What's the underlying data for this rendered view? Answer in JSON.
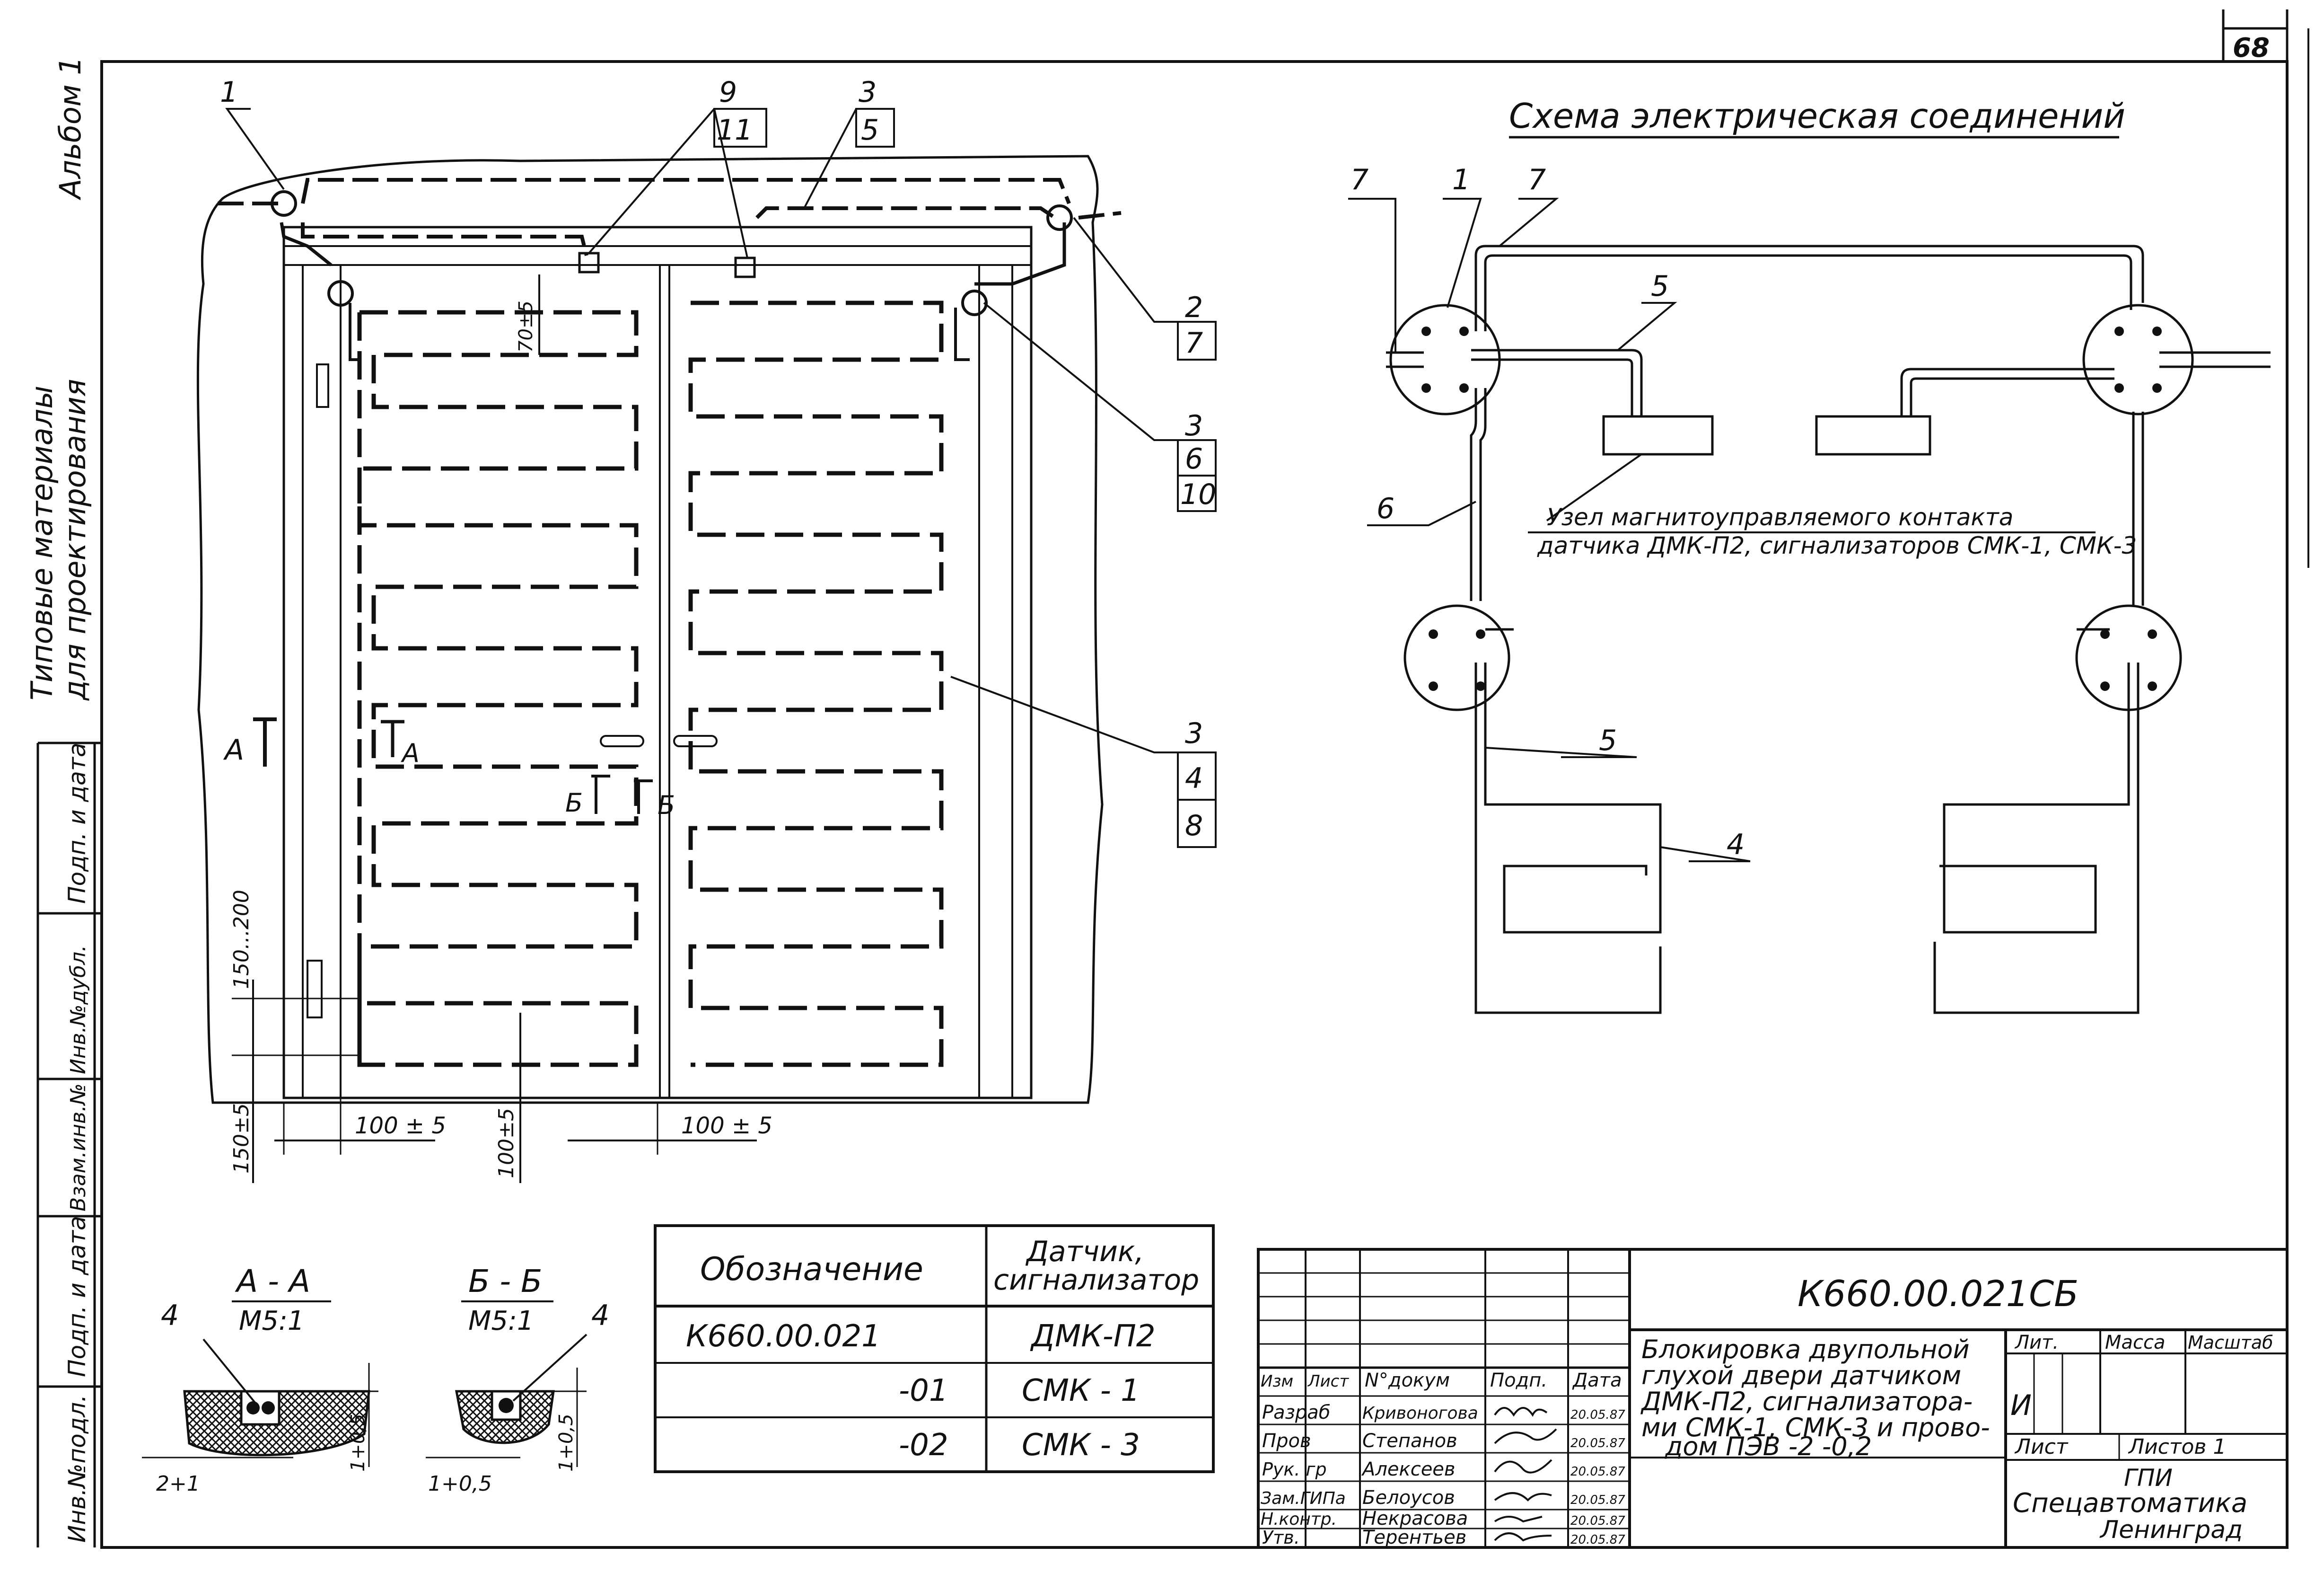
{
  "sheet_number": "68",
  "sidebar": {
    "album": "Альбом 1",
    "typical_line1": "Типовые  материалы",
    "typical_line2": "для  проектирования",
    "stamp_cells": [
      "Подп. и дата",
      "Инв.№дубл.",
      "Взам.инв.№",
      "Подп. и дата",
      "Инв.№подл."
    ]
  },
  "plan": {
    "callouts": [
      {
        "top": "1",
        "mid": "",
        "bottom": ""
      },
      {
        "top": "9",
        "mid": "11",
        "bottom": ""
      },
      {
        "top": "3",
        "mid": "5",
        "bottom": ""
      },
      {
        "top": "2",
        "mid": "7",
        "bottom": ""
      },
      {
        "top": "3",
        "mid": "6",
        "bottom": "10"
      },
      {
        "top": "3",
        "mid": "4",
        "bottom": "8"
      }
    ],
    "dim_70": "70±5",
    "dim_150_200": "150...200",
    "dim_150": "150±5",
    "dim_100_v": "100±5",
    "dim_100_a": "100 ± 5",
    "dim_100_b": "100 ± 5",
    "section_a": "А",
    "section_b": "Б"
  },
  "schematic": {
    "title": "Схема  электрическая  соединений",
    "labels": [
      "7",
      "1",
      "7",
      "5",
      "6",
      "5",
      "4"
    ],
    "node_line1": "Узел магнитоуправляемого контакта",
    "node_line2": "датчика ДМК-П2, сигнализаторов СМК-1, СМК-3"
  },
  "sections": {
    "aa_title": "А - А",
    "aa_scale": "М5:1",
    "aa_item": "4",
    "aa_dim1": "2+1",
    "aa_dim2": "1+0,5",
    "bb_title": "Б - Б",
    "bb_scale": "М5:1",
    "bb_item": "4",
    "bb_dim1": "1+0,5",
    "bb_dim2": "1+0,5"
  },
  "variants_table": {
    "head_col1": "Обозначение",
    "head_col2_l1": "Датчик,",
    "head_col2_l2": "сигнализатор",
    "rows": [
      {
        "code": "К660.00.021",
        "device": "ДМК-П2"
      },
      {
        "code": "-01",
        "device": "СМК - 1"
      },
      {
        "code": "-02",
        "device": "СМК - 3"
      }
    ]
  },
  "title_block": {
    "doc_code": "К660.00.021СБ",
    "name_l1": "Блокировка  двупольной",
    "name_l2": "глухой двери датчиком",
    "name_l3": "ДМК-П2, сигнализатора-",
    "name_l4": "ми СМК-1, СМК-3 и прово-",
    "name_l5": "дом  ПЭВ -2 -0,2",
    "col_heads": [
      "Изм",
      "Лист",
      "N°докум",
      "Подп.",
      "Дата"
    ],
    "roles": [
      {
        "role": "Разраб",
        "name": "Кривоногова",
        "date": "20.05.87"
      },
      {
        "role": "Пров",
        "name": "Степанов",
        "date": "20.05.87"
      },
      {
        "role": "Рук. гр",
        "name": "Алексеев",
        "date": "20.05.87"
      },
      {
        "role": "Зам.ГИПа",
        "name": "Белоусов",
        "date": "20.05.87"
      },
      {
        "role": "Н.контр.",
        "name": "Некрасова",
        "date": "20.05.87"
      },
      {
        "role": "Утв.",
        "name": "Терентьев",
        "date": "20.05.87"
      }
    ],
    "lit": "Лит.",
    "massa": "Масса",
    "masshtab": "Масштаб",
    "lit_value": "И",
    "list": "Лист",
    "listov": "Листов 1",
    "org_l1": "ГПИ",
    "org_l2": "Спецавтоматика",
    "org_l3": "Ленинград"
  }
}
